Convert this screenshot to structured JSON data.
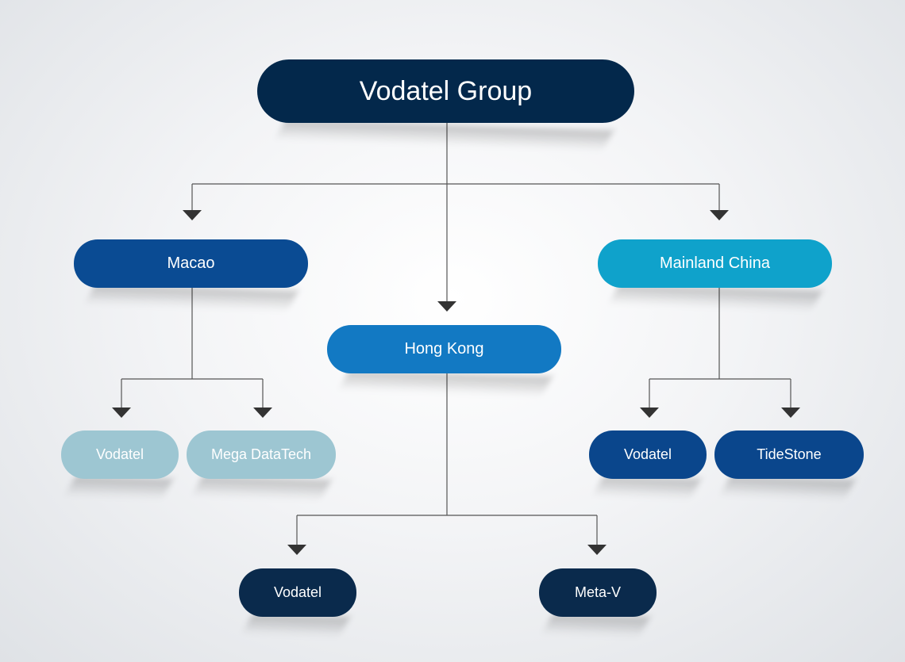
{
  "root": {
    "label": "Vodatel Group",
    "color": "#03284b"
  },
  "regions": [
    {
      "label": "Macao",
      "color": "#0a4b93",
      "children": [
        {
          "label": "Vodatel",
          "color": "#9dc6d2"
        },
        {
          "label": "Mega DataTech",
          "color": "#9dc6d2"
        }
      ]
    },
    {
      "label": "Hong Kong",
      "color": "#1279c3",
      "children": [
        {
          "label": "Vodatel",
          "color": "#0a2a4c"
        },
        {
          "label": "Meta-V",
          "color": "#0a2a4c"
        }
      ]
    },
    {
      "label": "Mainland China",
      "color": "#0fa2cb",
      "children": [
        {
          "label": "Vodatel",
          "color": "#0a468c"
        },
        {
          "label": "TideStone",
          "color": "#0a468c"
        }
      ]
    }
  ],
  "connector_color": "#555555",
  "arrow_color": "#333333"
}
